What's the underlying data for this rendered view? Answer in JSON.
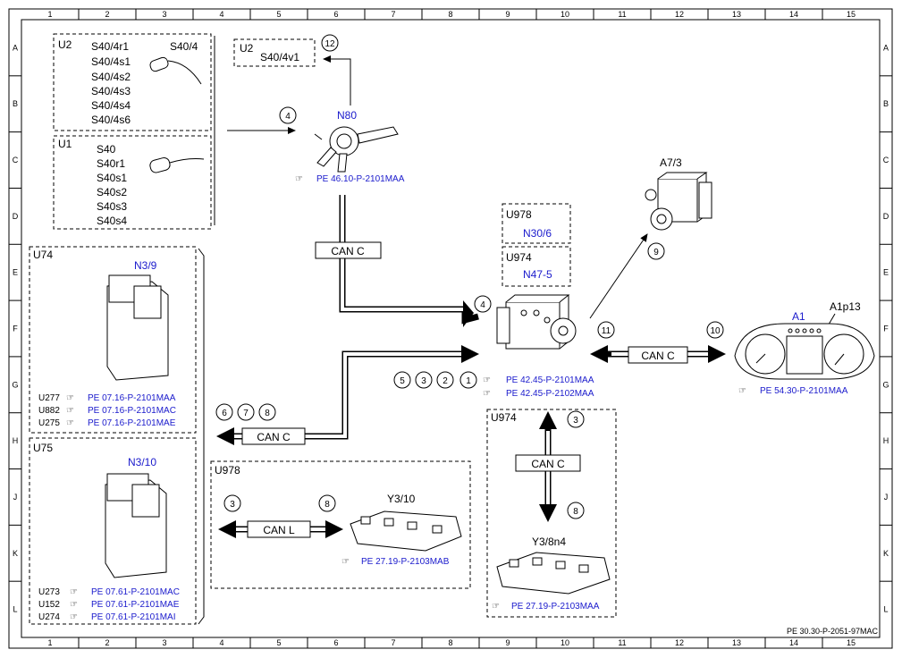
{
  "grid": {
    "columns": [
      "1",
      "2",
      "3",
      "4",
      "5",
      "6",
      "7",
      "8",
      "9",
      "10",
      "11",
      "12",
      "13",
      "14",
      "15"
    ],
    "rows": [
      "A",
      "B",
      "C",
      "D",
      "E",
      "F",
      "G",
      "H",
      "J",
      "K",
      "L"
    ]
  },
  "doc_ref": "PE 30.30-P-2051-97MAC",
  "groups": {
    "u2_top": {
      "label": "U2",
      "items": [
        "S40/4r1",
        "S40/4s1",
        "S40/4s2",
        "S40/4s3",
        "S40/4s4",
        "S40/4s6"
      ],
      "item_right": "S40/4"
    },
    "u1": {
      "label": "U1",
      "items": [
        "S40",
        "S40r1",
        "S40s1",
        "S40s2",
        "S40s3",
        "S40s4"
      ]
    },
    "u2_small": {
      "label": "U2",
      "item": "S40/4v1"
    },
    "u978_top": {
      "label": "U978",
      "item": "N30/6"
    },
    "u974_top": {
      "label": "U974",
      "item": "N47-5"
    },
    "u74": {
      "label": "U74",
      "component": "N3/9",
      "refs": [
        {
          "code": "U277",
          "ref": "PE 07.16-P-2101MAA"
        },
        {
          "code": "U882",
          "ref": "PE 07.16-P-2101MAC"
        },
        {
          "code": "U275",
          "ref": "PE 07.16-P-2101MAE"
        }
      ]
    },
    "u75": {
      "label": "U75",
      "component": "N3/10",
      "refs": [
        {
          "code": "U273",
          "ref": "PE 07.61-P-2101MAC"
        },
        {
          "code": "U152",
          "ref": "PE 07.61-P-2101MAE"
        },
        {
          "code": "U274",
          "ref": "PE 07.61-P-2101MAI"
        }
      ]
    },
    "u978_bottom": {
      "label": "U978",
      "component": "Y3/10",
      "ref": "PE 27.19-P-2103MAB",
      "bus": "CAN L",
      "left_num": "3",
      "right_num": "8"
    },
    "u974_bottom": {
      "label": "U974",
      "component": "Y3/8n4",
      "ref": "PE 27.19-P-2103MAA",
      "bus": "CAN C",
      "top_num": "3",
      "bottom_num": "8"
    }
  },
  "components": {
    "n80": {
      "label": "N80",
      "ref": "PE 46.10-P-2101MAA",
      "num": "4"
    },
    "abs": {
      "ref1": "PE 42.45-P-2101MAA",
      "ref2": "PE 42.45-P-2102MAA",
      "num": "4"
    },
    "a7_3": {
      "label": "A7/3",
      "num": "9"
    },
    "a1": {
      "label": "A1",
      "sub": "A1p13",
      "ref": "PE 54.30-P-2101MAA"
    }
  },
  "buses": {
    "can_c_vertical": "CAN C",
    "can_c_right": "CAN C",
    "can_c_left": "CAN C"
  },
  "numbers": {
    "n12": "12",
    "n11": "11",
    "n10": "10",
    "row_5": "5",
    "row_3": "3",
    "row_2": "2",
    "row_1": "1",
    "l6": "6",
    "l7": "7",
    "l8": "8"
  }
}
